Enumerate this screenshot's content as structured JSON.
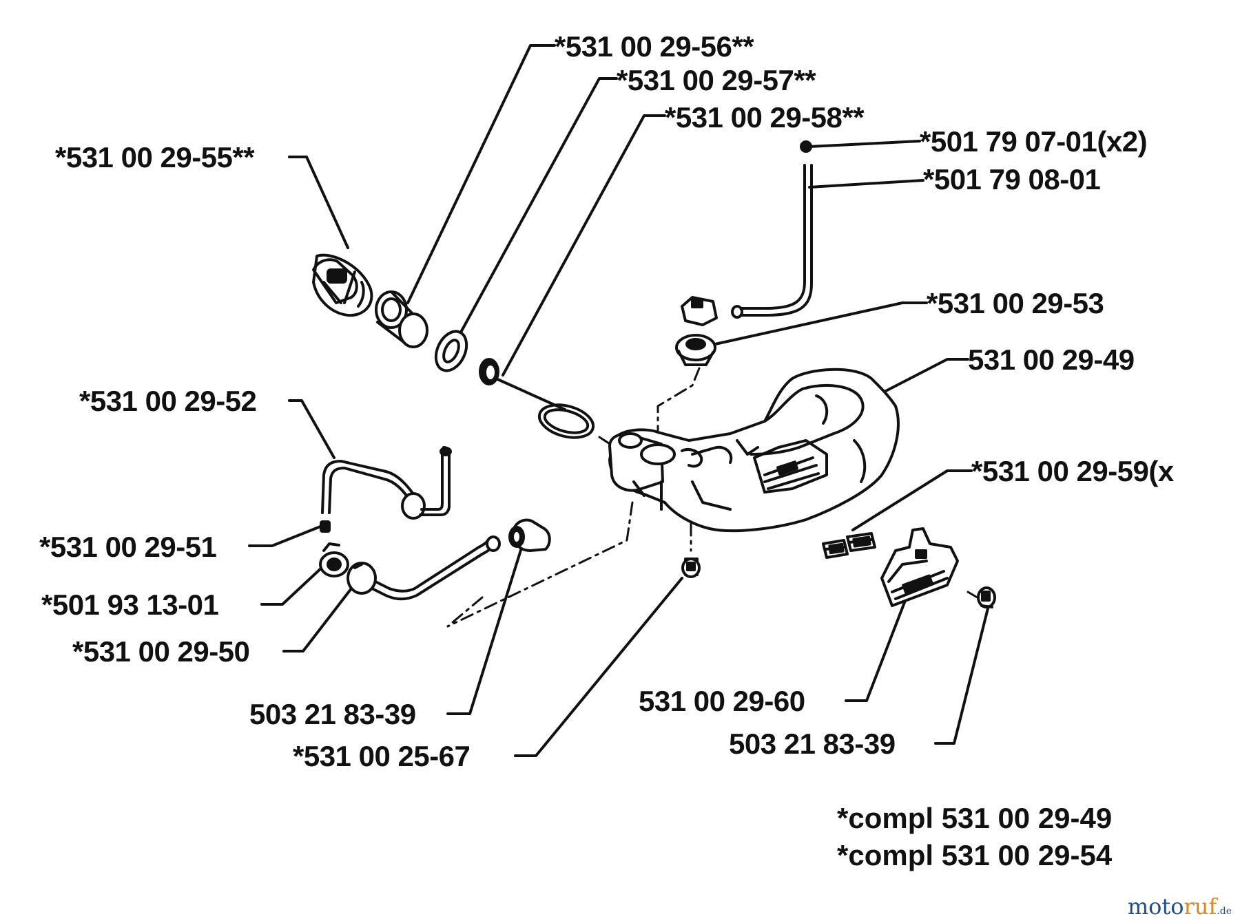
{
  "labels": {
    "l_55": "*531 00 29-55**",
    "l_56": "*531 00 29-56**",
    "l_57": "*531 00 29-57**",
    "l_58": "*531 00 29-58**",
    "l_0701": "*501 79 07-01(x2)",
    "l_0801": "*501 79 08-01",
    "l_53": "*531 00 29-53",
    "l_49": "531 00 29-49",
    "l_52": "*531 00 29-52",
    "l_59": "*531 00 29-59(x",
    "l_51": "*531 00 29-51",
    "l_9313": "*501 93 13-01",
    "l_50": "*531 00 29-50",
    "l_8339a": "503 21 83-39",
    "l_2567": "*531 00 25-67",
    "l_60": "531 00 29-60",
    "l_8339b": "503 21 83-39"
  },
  "notes": {
    "compl_1": "*compl 531 00 29-49",
    "compl_2": "*compl 531 00 29-54"
  },
  "watermark": {
    "part1": "moto",
    "part2": "ruf",
    "part3": ".de"
  },
  "colors": {
    "ink": "#111111",
    "watermark_blue": "#1d4f8a",
    "watermark_orange": "#d38a26"
  }
}
